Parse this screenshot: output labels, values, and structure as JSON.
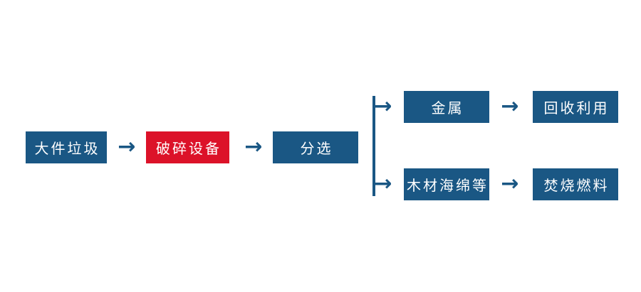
{
  "colors": {
    "box_blue": "#1A5784",
    "box_red": "#DC1229",
    "arrow_blue": "#1A5784",
    "text_white": "#FFFFFF"
  },
  "glyphs": {
    "arrow": "→"
  },
  "nodes": [
    {
      "id": "bulky-waste",
      "label": "大件垃圾",
      "variant": "blue"
    },
    {
      "id": "crushing-equipment",
      "label": "破碎设备",
      "variant": "red"
    },
    {
      "id": "sorting",
      "label": "分选",
      "variant": "blue"
    },
    {
      "id": "metal",
      "label": "金属",
      "variant": "blue"
    },
    {
      "id": "recycling",
      "label": "回收利用",
      "variant": "blue"
    },
    {
      "id": "wood-sponge-etc",
      "label": "木材海绵等",
      "variant": "blue"
    },
    {
      "id": "incineration-fuel",
      "label": "焚烧燃料",
      "variant": "blue"
    }
  ]
}
